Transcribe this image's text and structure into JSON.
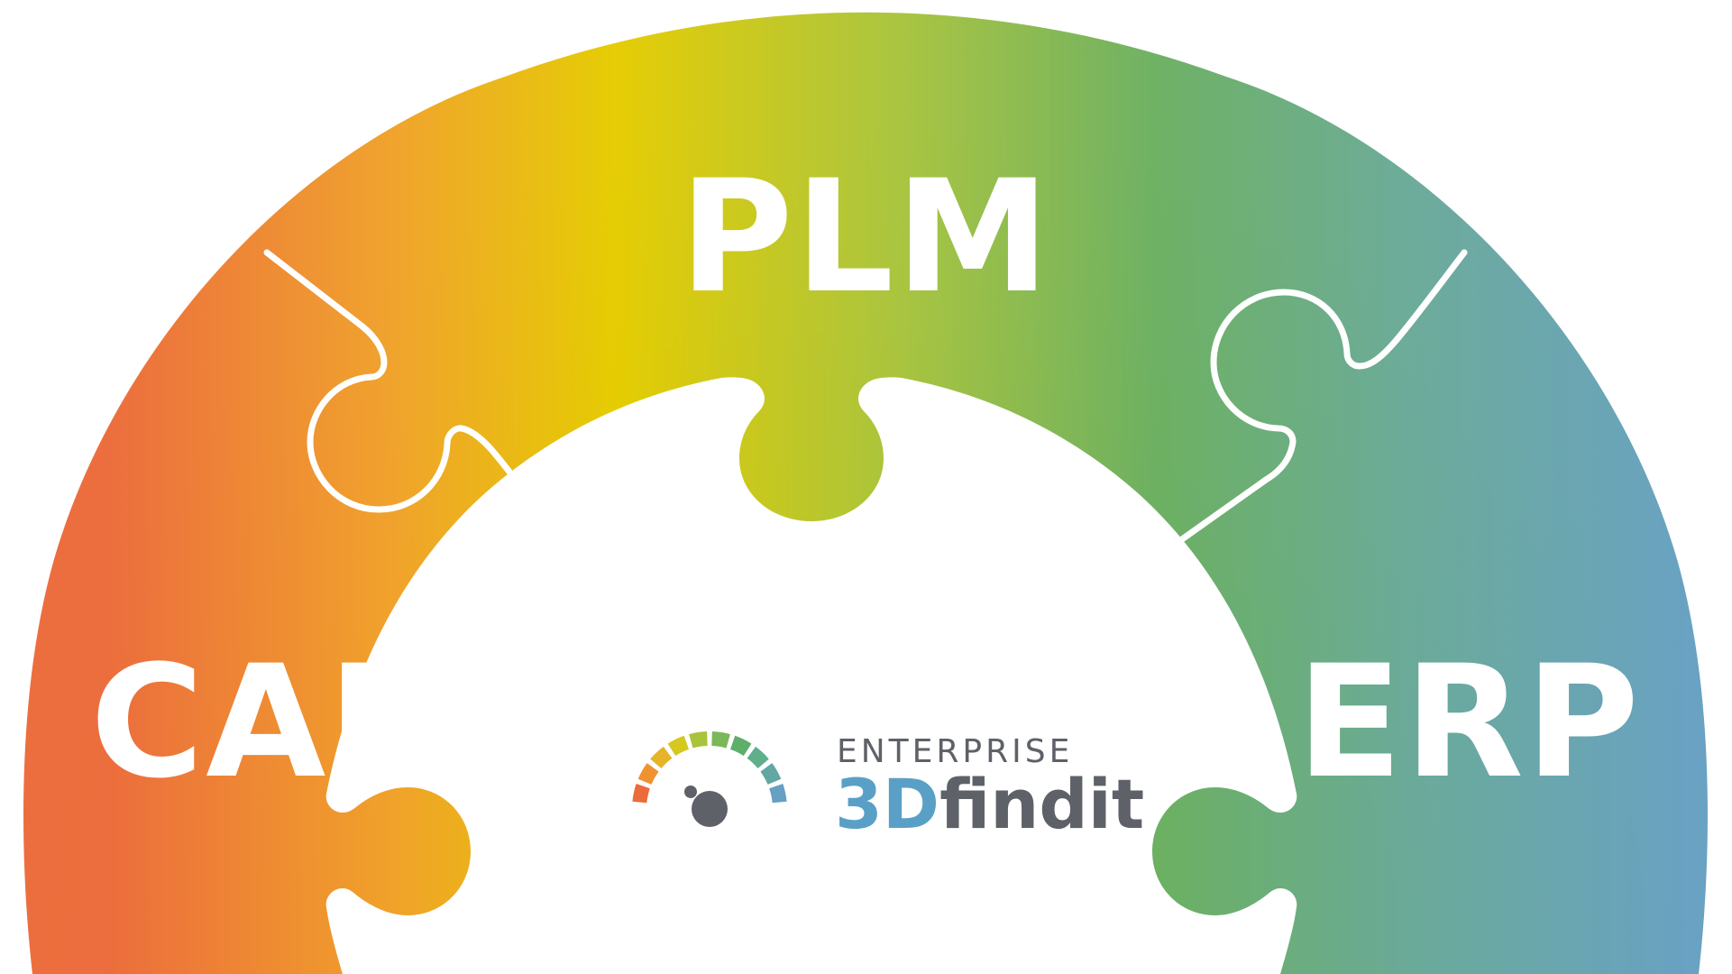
{
  "segments": [
    {
      "id": "cad",
      "label": "CAD"
    },
    {
      "id": "plm",
      "label": "PLM"
    },
    {
      "id": "erp",
      "label": "ERP"
    }
  ],
  "logo": {
    "line1": "ENTERPRISE",
    "line2_accent": "3D",
    "line2_main": "findit",
    "gauge_colors": [
      "#ec6b3a",
      "#f0922f",
      "#e6b42a",
      "#d7c820",
      "#a9c43a",
      "#7ab85a",
      "#5daf6a",
      "#5fae8c",
      "#62a7a4",
      "#66a0c2"
    ],
    "accent_color": "#5aa0c6",
    "text_color": "#5e6168"
  },
  "colors": {
    "gradient": [
      "#ec6b3a",
      "#f0a22a",
      "#e5cc00",
      "#a8c43e",
      "#6cb061",
      "#6aaa98",
      "#66a0c2"
    ],
    "divider": "#ffffff"
  }
}
